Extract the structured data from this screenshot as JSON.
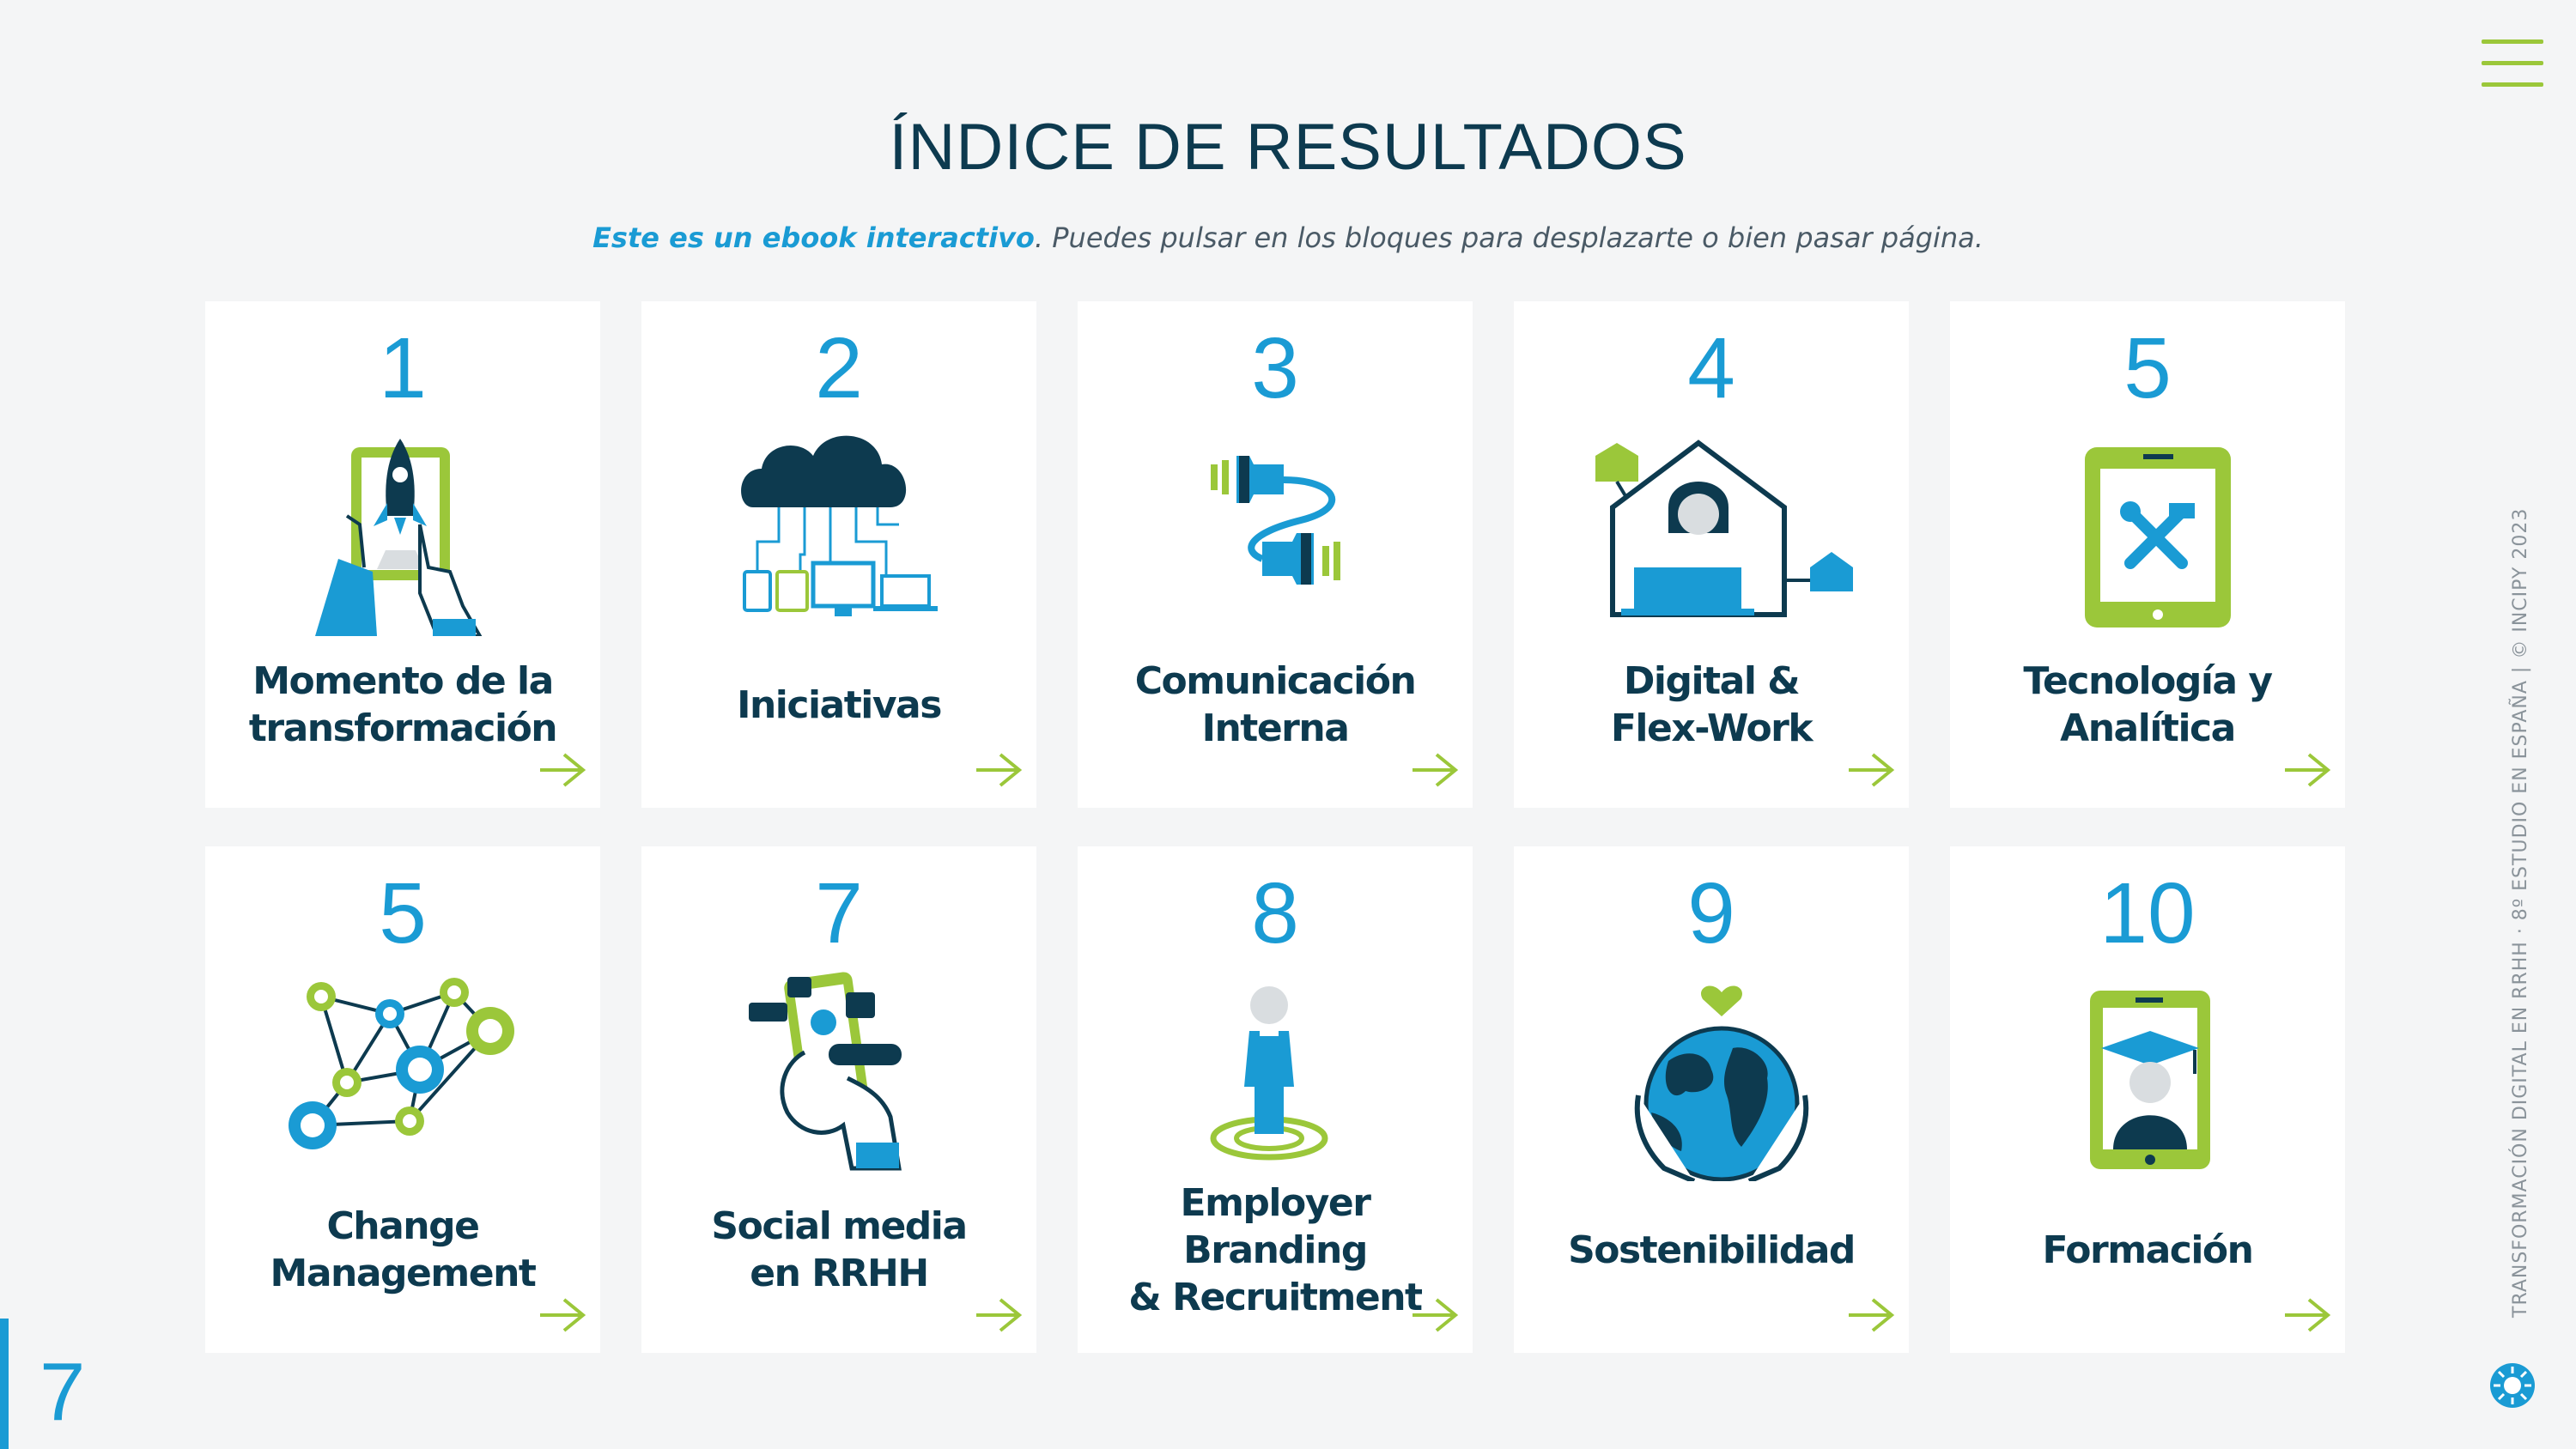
{
  "header": {
    "title": "ÍNDICE DE RESULTADOS",
    "subtitle_highlight": "Este es un ebook interactivo",
    "subtitle_rest": ". Puedes pulsar en los bloques para desplazarte o bien pasar página."
  },
  "cards": [
    {
      "number": "1",
      "label": "Momento de la\ntransformación",
      "icon": "rocket-tablet-icon"
    },
    {
      "number": "2",
      "label": "Iniciativas",
      "icon": "cloud-devices-icon"
    },
    {
      "number": "3",
      "label": "Comunicación\nInterna",
      "icon": "plug-connector-icon"
    },
    {
      "number": "4",
      "label": "Digital &\nFlex-Work",
      "icon": "home-office-icon"
    },
    {
      "number": "5",
      "label": "Tecnología y\nAnalítica",
      "icon": "tablet-tools-icon"
    },
    {
      "number": "5",
      "label": "Change\nManagement",
      "icon": "people-network-icon"
    },
    {
      "number": "7",
      "label": "Social media\nen RRHH",
      "icon": "phone-social-icon"
    },
    {
      "number": "8",
      "label": "Employer Branding\n& Recruitment",
      "icon": "person-target-icon"
    },
    {
      "number": "9",
      "label": "Sostenibilidad",
      "icon": "globe-hands-icon"
    },
    {
      "number": "10",
      "label": "Formación",
      "icon": "tablet-graduate-icon"
    }
  ],
  "footer": {
    "page_number": "7",
    "side_text": "TRANSFORMACIÓN DIGITAL EN RRHH · 8º ESTUDIO EN ESPAÑA   |   © INCIPY 2023"
  },
  "colors": {
    "blue": "#1a9bd4",
    "navy": "#0d3a4f",
    "green": "#9bc73a",
    "background": "#f4f5f6"
  }
}
